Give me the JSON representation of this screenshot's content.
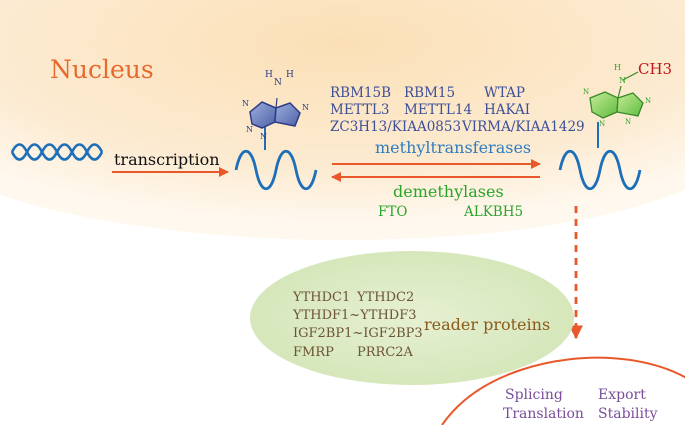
{
  "colors": {
    "nucleus_fill_center": "#fbe3be",
    "nucleus_fill_edge": "#fff6e8",
    "nucleus_label": "#e8692e",
    "writer_text": "#3c4f9a",
    "methyl_label": "#2e7dbf",
    "eraser": "#2aa52a",
    "reader_ellipse": "#dcebc4",
    "reader_text": "#6b5335",
    "reader_label": "#8a5a1b",
    "arrow": "#e8582a",
    "rna": "#1c6fb8",
    "ch3": "#c0161b",
    "outcome": "#7a4d9a",
    "plain": "#111111"
  },
  "labels": {
    "nucleus": "Nucleus",
    "transcription": "transcription",
    "methyltransferases": "methyltransferases",
    "demethylases": "demethylases",
    "reader_proteins": "reader proteins",
    "ch3": "CH3",
    "amine_n": "N",
    "amine_h_left": "H",
    "amine_h_right": "H",
    "ring_n": "N"
  },
  "writers": [
    [
      "RBM15B",
      "RBM15",
      "WTAP"
    ],
    [
      "METTL3",
      "METTL14",
      "HAKAI"
    ],
    [
      "ZC3H13/KIAA0853",
      "VIRMA/KIAA1429"
    ]
  ],
  "erasers": [
    "FTO",
    "ALKBH5"
  ],
  "readers": [
    [
      "YTHDC1",
      "YTHDC2"
    ],
    [
      "YTHDF1~YTHDF3"
    ],
    [
      "IGF2BP1~IGF2BP3"
    ],
    [
      "FMRP",
      "PRRC2A"
    ]
  ],
  "outcomes": [
    [
      "Splicing",
      "Export"
    ],
    [
      "Translation",
      "Stability"
    ]
  ]
}
